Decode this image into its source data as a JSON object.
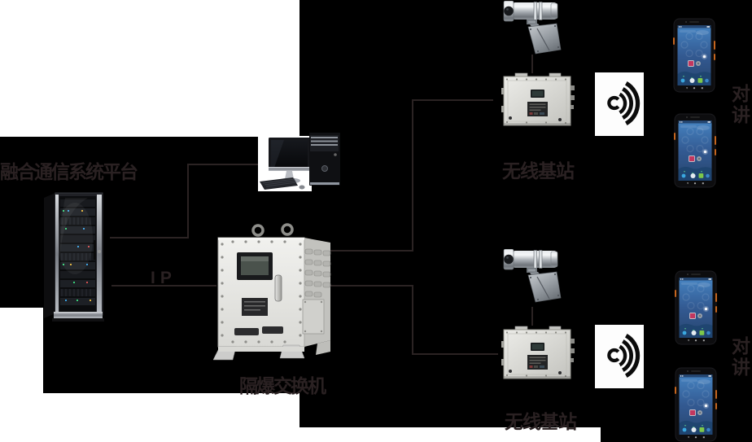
{
  "canvas": {
    "background": "#000000",
    "page_white": "#ffffff"
  },
  "colors": {
    "line": "#2b2323",
    "label_text": "#2a2122"
  },
  "labels": {
    "platform": "融合通信系统平台",
    "ip_link": "IP",
    "switch": "隔爆交换机",
    "station_top": "无线基站",
    "station_bottom": "无线基站",
    "intercom_top": "对讲",
    "intercom_bottom": "对讲"
  },
  "icons": {
    "server_rack": "server-rack",
    "workstation": "desktop-computer",
    "ex_switch": "explosion-proof-switch",
    "camera": "explosion-proof-camera",
    "base_station": "wireless-base-station",
    "wifi": "wifi-signal-icon",
    "handset": "intercom-smartphone"
  }
}
